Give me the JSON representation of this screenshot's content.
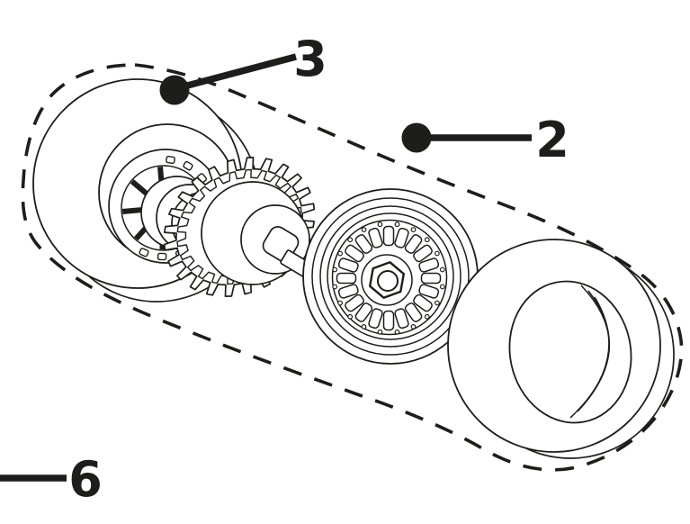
{
  "callouts": {
    "c3": {
      "label": "3"
    },
    "c2": {
      "label": "2"
    },
    "c6": {
      "label": "6"
    }
  },
  "colors": {
    "line": "#1d1d1b",
    "background": "#ffffff"
  }
}
